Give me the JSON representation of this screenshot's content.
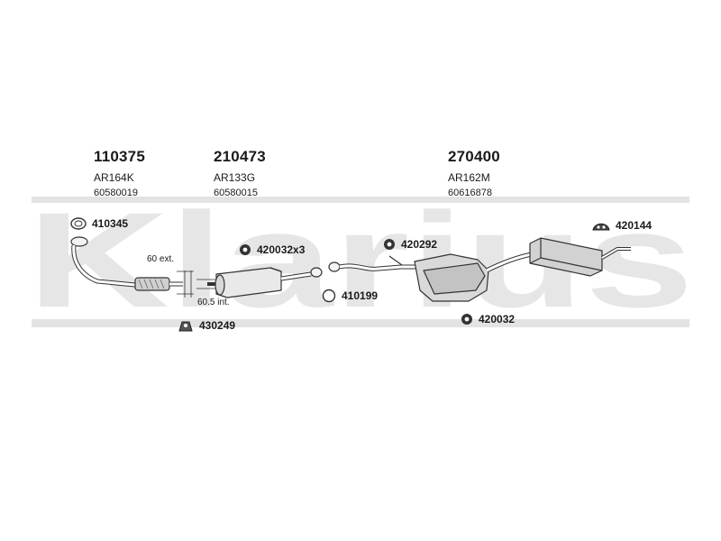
{
  "watermark": {
    "text": "Klarius",
    "color": "#e6e6e6"
  },
  "parts": [
    {
      "number": "110375",
      "code": "AR164K",
      "oe": "60580019"
    },
    {
      "number": "210473",
      "code": "AR133G",
      "oe": "60580015"
    },
    {
      "number": "270400",
      "code": "AR162M",
      "oe": "60616878"
    }
  ],
  "callouts": {
    "gasket_front": "410345",
    "clamp_set": "420032x3",
    "clamp_rear": "420292",
    "ring": "410199",
    "bracket_front": "430249",
    "clamp_mid": "420032",
    "rubber_mount": "420144"
  },
  "dimensions": {
    "ext": "60 ext.",
    "int": "60.5 int."
  }
}
